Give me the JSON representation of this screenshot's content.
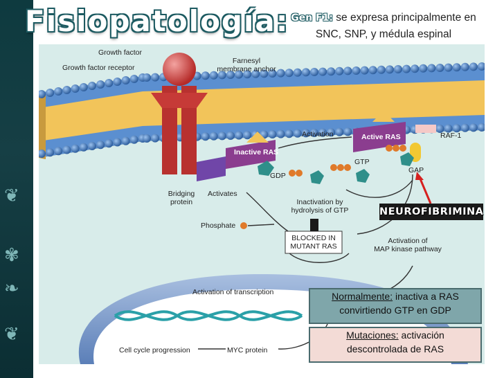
{
  "title": "Fisiopatología:",
  "gene": {
    "label": "Gen F1:",
    "line1": "se expresa principalmente en",
    "line2": "SNC, SNP, y médula espinal"
  },
  "diagram": {
    "growth_factor": "Growth factor",
    "growth_factor_receptor": "Growth factor receptor",
    "farnesyl_1": "Farnesyl",
    "farnesyl_2": "membrane anchor",
    "inactive_ras": "Inactive RAS",
    "active_ras": "Active RAS",
    "raf1": "RAF-1",
    "activation": "Activation",
    "gtp": "GTP",
    "gdp": "GDP",
    "gap": "GAP",
    "bridging_1": "Bridging",
    "bridging_2": "protein",
    "activates": "Activates",
    "inactivation_1": "Inactivation by",
    "inactivation_2": "hydrolysis of GTP",
    "phosphate": "Phosphate",
    "blocked_1": "BLOCKED IN",
    "blocked_2": "MUTANT RAS",
    "map_1": "Activation of",
    "map_2": "MAP kinase pathway",
    "transcription": "Activation of transcription",
    "cell_cycle": "Cell cycle progression",
    "myc": "MYC protein"
  },
  "neurofibromina": "NEUROFIBRIMINA",
  "note_normal": {
    "label": "Normalmente:",
    "text1": " inactiva a RAS",
    "text2": "convirtiendo GTP en GDP"
  },
  "note_mut": {
    "label": "Mutaciones:",
    "text1": " activación",
    "text2": "descontrolada de RAS"
  },
  "colors": {
    "sidebar": "#0e3a3f",
    "membrane_head": "#4a7fc0",
    "receptor": "#b8312f",
    "ras": "#8b3d8f",
    "highlight_arrow": "#d6201f"
  }
}
